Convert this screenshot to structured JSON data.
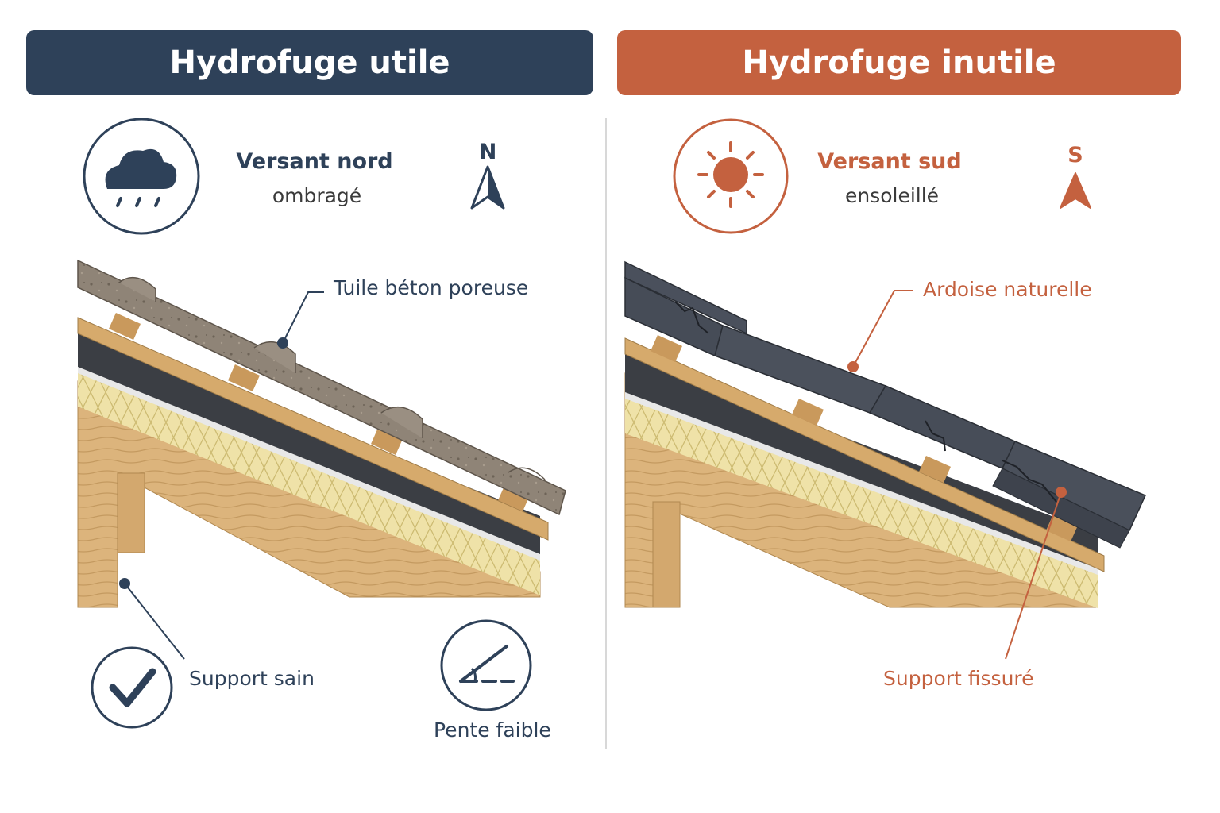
{
  "panels": {
    "left": {
      "title": "Hydrofuge utile",
      "aspect_title": "Versant nord",
      "aspect_subtitle": "ombragé",
      "compass_letter": "N",
      "weather_icon": "rain-cloud-icon",
      "material_label": "Tuile béton poreuse",
      "support_label": "Support sain",
      "slope_label": "Pente faible",
      "accent_color": "#2e4159"
    },
    "right": {
      "title": "Hydrofuge inutile",
      "aspect_title": "Versant sud",
      "aspect_subtitle": "ensoleillé",
      "compass_letter": "S",
      "weather_icon": "sun-icon",
      "material_label": "Ardoise naturelle",
      "support_label": "Support fissuré",
      "accent_color": "#c4613f"
    }
  }
}
